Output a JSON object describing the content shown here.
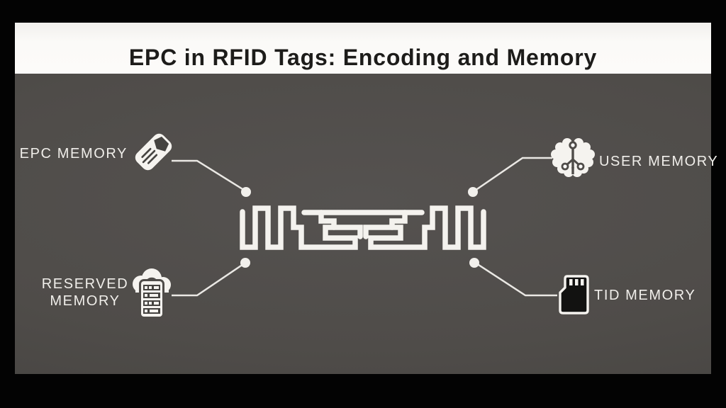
{
  "slide": {
    "title": "EPC in RFID Tags: Encoding and Memory",
    "center_element": "rfid-tag-antenna-inlay"
  },
  "nodes": [
    {
      "label": "EPC MEMORY",
      "icon": "tag-icon",
      "position": "top-left"
    },
    {
      "label": "USER MEMORY",
      "icon": "brain-circuit-icon",
      "position": "top-right"
    },
    {
      "label": "RESERVED MEMORY",
      "lines": [
        "RESERVED",
        "MEMORY"
      ],
      "icon": "cloud-server-icon",
      "position": "bottom-left"
    },
    {
      "label": "TID MEMORY",
      "icon": "sd-card-icon",
      "position": "bottom-right"
    }
  ],
  "colors": {
    "frame": "#000000",
    "panel": "#4f4c49",
    "title_band": "#fbfaf8",
    "title_text": "#1d1c1a",
    "label_text": "#f0eeea",
    "connector": "#eae8e4",
    "antenna": "#f4f2ee"
  }
}
